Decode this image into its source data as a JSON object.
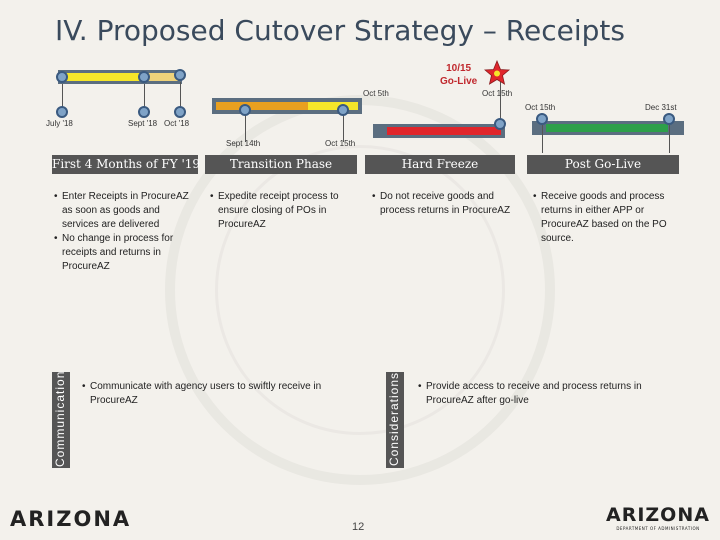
{
  "title": "IV. Proposed Cutover Strategy – Receipts",
  "golive": {
    "date": "10/15",
    "label": "Go-Live"
  },
  "timeline_labels": {
    "july18": "July '18",
    "sept18": "Sept '18",
    "oct18": "Oct '18",
    "oct5": "Oct 5th",
    "oct15_top": "Oct 15th",
    "sept14": "Sept 14th",
    "oct15_mid": "Oct 15th",
    "oct15_right": "Oct 15th",
    "dec31": "Dec 31st"
  },
  "phases": {
    "first4": "First 4 Months of FY '19",
    "transition": "Transition Phase",
    "freeze": "Hard Freeze",
    "postlive": "Post Go-Live"
  },
  "bullets": {
    "first4": [
      "Enter Receipts in ProcureAZ as soon as goods and services are delivered",
      "No change in process for receipts and returns in ProcureAZ"
    ],
    "transition": [
      "Expedite receipt process to ensure closing of POs in ProcureAZ"
    ],
    "freeze": [
      "Do not receive goods and process returns in ProcureAZ"
    ],
    "postlive": [
      "Receive goods and process returns in either APP or ProcureAZ based on the PO source."
    ]
  },
  "communication": {
    "label": "Communication",
    "bullets": [
      "Communicate with agency users to swiftly receive in ProcureAZ"
    ]
  },
  "considerations": {
    "label": "Considerations",
    "bullets": [
      "Provide access to receive and process returns in ProcureAZ after go-live"
    ]
  },
  "page_number": "12",
  "logo_left": {
    "text": "ARIZONA",
    "subtitle": ""
  },
  "logo_right": {
    "text": "ARIZONA",
    "subtitle": "DEPARTMENT OF ADMINISTRATION"
  },
  "colors": {
    "bar_yellow": "#f5e62a",
    "bar_orange": "#e8a020",
    "bar_red": "#e0262c",
    "bar_green": "#2da04a",
    "phase_bg": "#555555",
    "golive_red": "#c0282d",
    "dot_blue": "#7fa3c7"
  }
}
